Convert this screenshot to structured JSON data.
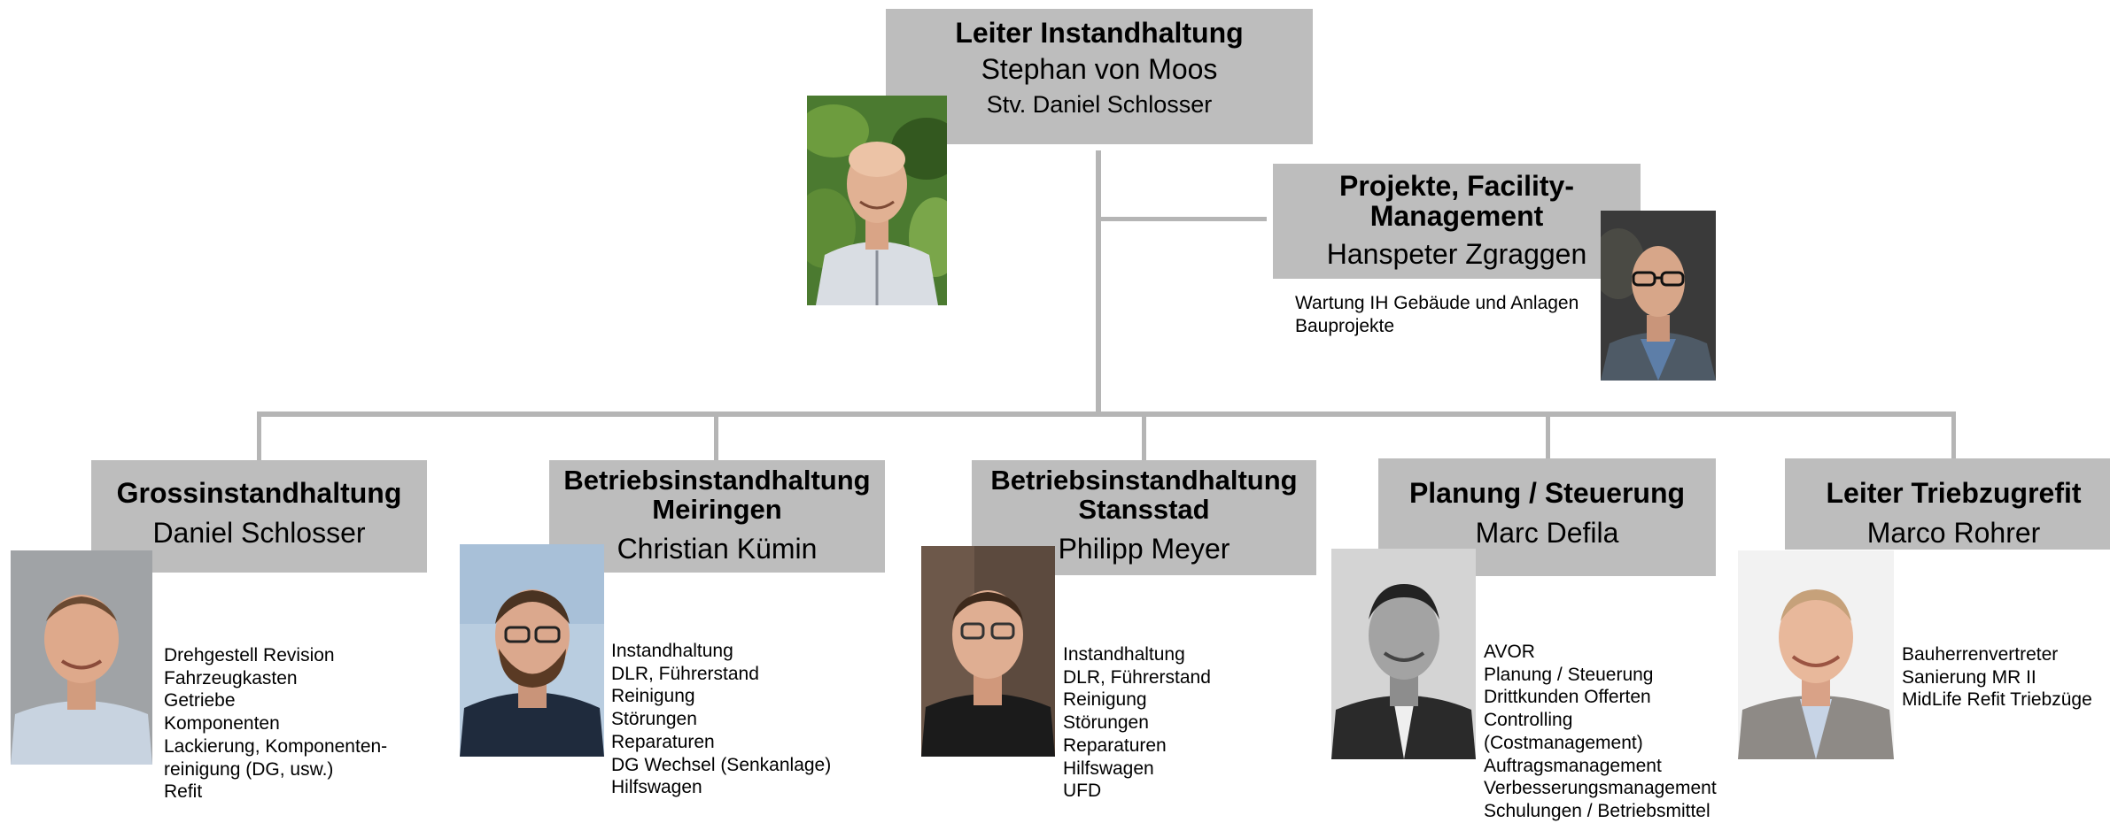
{
  "head": {
    "title": "Leiter Instandhaltung",
    "name": "Stephan von Moos",
    "deputy": "Stv. Daniel Schlosser",
    "photo_icon": "person-photo-icon"
  },
  "projects": {
    "title": "Projekte, Facility-\nManagement",
    "name": "Hanspeter Zgraggen",
    "duties": [
      "Wartung IH Gebäude und Anlagen",
      "Bauprojekte"
    ],
    "photo_icon": "person-photo-icon"
  },
  "departments": [
    {
      "title": "Grossinstandhaltung",
      "name": "Daniel Schlosser",
      "duties": [
        "Drehgestell Revision",
        "Fahrzeugkasten",
        "Getriebe",
        "Komponenten",
        "Lackierung, Komponenten-",
        "reinigung (DG, usw.)",
        "Refit"
      ]
    },
    {
      "title": "Betriebsinstandhaltung\nMeiringen",
      "name": "Christian Kümin",
      "duties": [
        "Instandhaltung",
        "DLR, Führerstand",
        "Reinigung",
        "Störungen",
        "Reparaturen",
        "DG Wechsel (Senkanlage)",
        "Hilfswagen"
      ]
    },
    {
      "title": "Betriebsinstandhaltung\nStansstad",
      "name": "Philipp Meyer",
      "duties": [
        "Instandhaltung",
        "DLR, Führerstand",
        "Reinigung",
        "Störungen",
        "Reparaturen",
        "Hilfswagen",
        "UFD"
      ]
    },
    {
      "title": "Planung / Steuerung",
      "name": "Marc Defila",
      "duties": [
        "AVOR",
        "Planung / Steuerung",
        "Drittkunden Offerten",
        "Controlling",
        "(Costmanagement)",
        "Auftragsmanagement",
        "Verbesserungsmanagement",
        "Schulungen / Betriebsmittel"
      ]
    },
    {
      "title": "Leiter Triebzugrefit",
      "name": "Marco Rohrer",
      "duties": [
        "Bauherrenvertreter",
        "Sanierung MR II",
        "MidLife Refit Triebzüge"
      ]
    }
  ],
  "colors": {
    "box_fill": "#bdbdbd",
    "connector": "#b5b5b5",
    "text": "#000000"
  }
}
